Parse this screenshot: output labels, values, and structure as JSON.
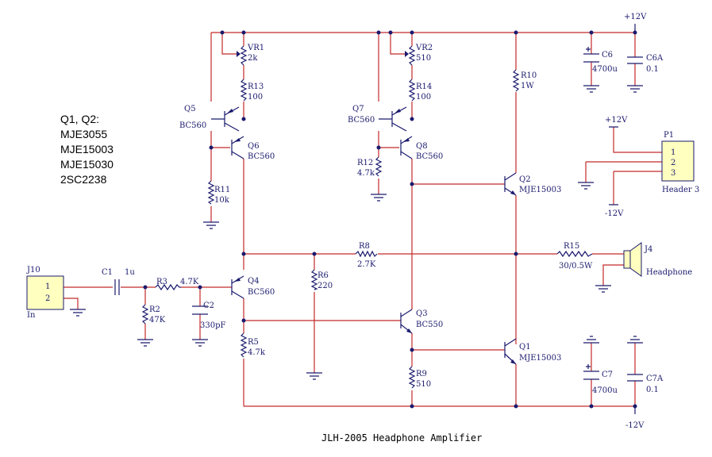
{
  "title": "JLH-2005 Headphone Amplifier",
  "notes": [
    "Q1, Q2:",
    "MJE3055",
    "MJE15003",
    "MJE15030",
    "2SC2238"
  ],
  "rails": {
    "pos": "+12V",
    "neg": "-12V"
  },
  "components": {
    "vr1": {
      "ref": "VR1",
      "value": "2k"
    },
    "vr2": {
      "ref": "VR2",
      "value": "510"
    },
    "r13": {
      "ref": "R13",
      "value": "100"
    },
    "r14": {
      "ref": "R14",
      "value": "100"
    },
    "r10": {
      "ref": "R10",
      "value": "1W"
    },
    "r11": {
      "ref": "R11",
      "value": "10k"
    },
    "r12": {
      "ref": "R12",
      "value": "4.7k"
    },
    "r8": {
      "ref": "R8",
      "value": "2.7K"
    },
    "r6": {
      "ref": "R6",
      "value": "220"
    },
    "r15": {
      "ref": "R15",
      "value": "30/0.5W"
    },
    "r3": {
      "ref": "R3",
      "value": "4.7K"
    },
    "r2": {
      "ref": "R2",
      "value": "47K"
    },
    "r5": {
      "ref": "R5",
      "value": "4.7k"
    },
    "r9": {
      "ref": "R9",
      "value": "510"
    },
    "c1": {
      "ref": "C1",
      "value": "1u"
    },
    "c2": {
      "ref": "C2",
      "value": "330pF"
    },
    "c6": {
      "ref": "C6",
      "value": "4700u"
    },
    "c6a": {
      "ref": "C6A",
      "value": "0.1"
    },
    "c7": {
      "ref": "C7",
      "value": "4700u"
    },
    "c7a": {
      "ref": "C7A",
      "value": "0.1"
    },
    "q1": {
      "ref": "Q1",
      "value": "MJE15003"
    },
    "q2": {
      "ref": "Q2",
      "value": "MJE15003"
    },
    "q3": {
      "ref": "Q3",
      "value": "BC550"
    },
    "q4": {
      "ref": "Q4",
      "value": "BC560"
    },
    "q5": {
      "ref": "Q5",
      "value": "BC560"
    },
    "q6": {
      "ref": "Q6",
      "value": "BC560"
    },
    "q7": {
      "ref": "Q7",
      "value": "BC560"
    },
    "q8": {
      "ref": "Q8",
      "value": "BC560"
    },
    "j10": {
      "ref": "J10",
      "value": "In",
      "pins": [
        "1",
        "2"
      ]
    },
    "j4": {
      "ref": "J4",
      "value": "Headphone"
    },
    "p1": {
      "ref": "P1",
      "value": "Header 3",
      "pins": [
        "1",
        "2",
        "3"
      ]
    }
  }
}
